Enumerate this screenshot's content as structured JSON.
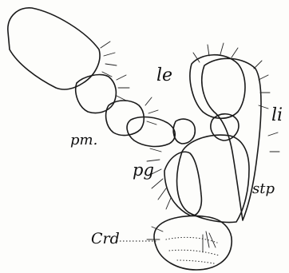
{
  "labels": {
    "le": "le",
    "li": "li",
    "pm": "pm.",
    "pg": "pg",
    "stp": "stp",
    "crd": "Crd"
  }
}
